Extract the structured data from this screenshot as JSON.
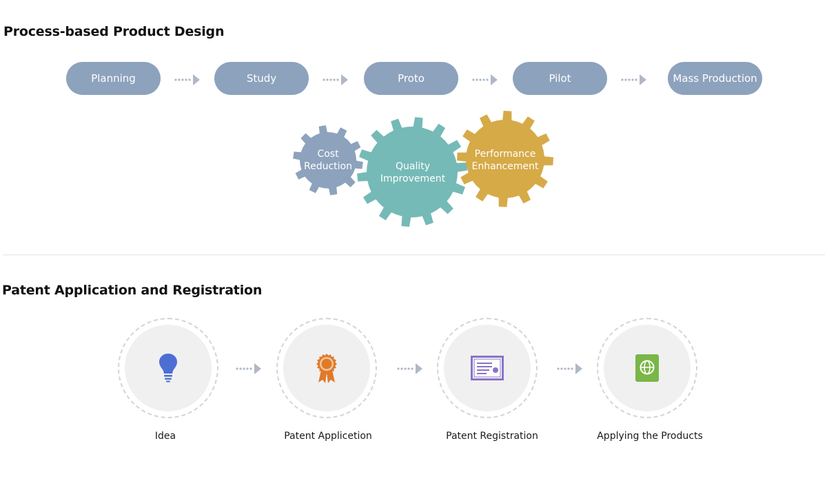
{
  "section1": {
    "title": "Process-based Product Design",
    "stages": [
      "Planning",
      "Study",
      "Proto",
      "Pilot",
      "Mass Production"
    ],
    "gears": [
      {
        "line1": "Cost",
        "line2": "Reduction",
        "color": "#8da2bc"
      },
      {
        "line1": "Quality",
        "line2": "Improvement",
        "color": "#75bab7"
      },
      {
        "line1": "Performance",
        "line2": "Enhancement",
        "color": "#d6aa47"
      }
    ]
  },
  "section2": {
    "title": "Patent Application and Registration",
    "steps": [
      {
        "label": "Idea",
        "icon": "lightbulb-icon",
        "color": "#4d6fd4"
      },
      {
        "label": "Patent Applicetion",
        "icon": "award-badge-icon",
        "color": "#e07a2a"
      },
      {
        "label": "Patent Registration",
        "icon": "certificate-icon",
        "color": "#8a74c6"
      },
      {
        "label": "Applying the Products",
        "icon": "globe-box-icon",
        "color": "#7ab648"
      }
    ]
  },
  "colors": {
    "pill": "#8da2bc",
    "arrow": "#b0b8c6",
    "circle_fill": "#f0f0f0",
    "circle_ring": "#d4d4d4"
  }
}
